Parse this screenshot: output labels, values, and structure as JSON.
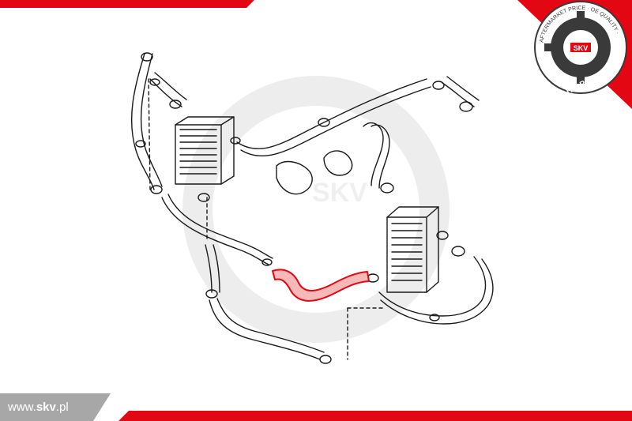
{
  "brand": {
    "footer_prefix": "www.",
    "footer_bold": "skv",
    "footer_suffix": ".pl",
    "badge_ring_text": "AFTERMARKET PRICE · OE QUALITY ·",
    "badge_center": "SKV",
    "badge_bottom": "AUTO PARTS",
    "watermark": "SKV"
  },
  "colors": {
    "accent": "#e30613",
    "highlight_part": "#e30613",
    "line": "#1a1a1a",
    "badge_dark": "#3a3a3a"
  },
  "diagram": {
    "highlighted_part": "charge-air-hose-center"
  }
}
